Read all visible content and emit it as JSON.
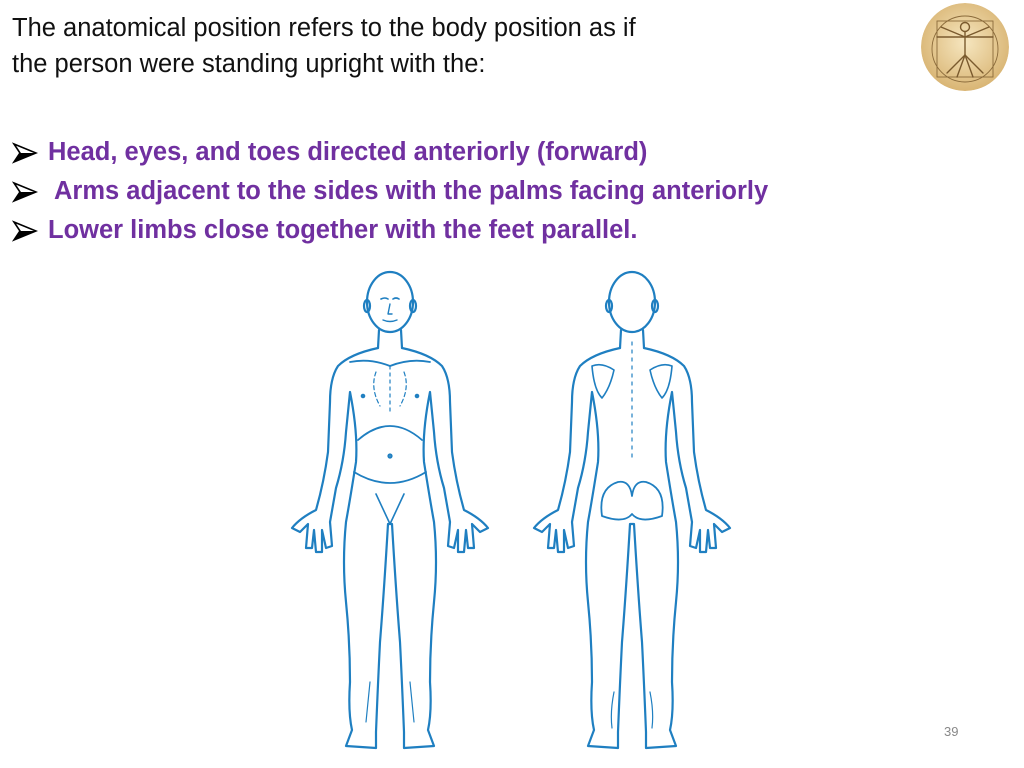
{
  "slide": {
    "intro_line1": "The anatomical position refers to the body position as if",
    "intro_line2": "the person were standing upright with the:",
    "bullets": [
      "Head, eyes, and toes directed anteriorly (forward)",
      "Arms adjacent to the sides with the palms facing anteriorly",
      "Lower limbs close together with the feet parallel."
    ],
    "page_number": "39"
  },
  "colors": {
    "text": "#111111",
    "bullet_text": "#7030a0",
    "figure_outline": "#1f7fc1",
    "logo_background": "#e8cf9a"
  },
  "icons": {
    "bullet": "arrowhead-bullet-icon",
    "logo": "vitruvian-man-icon",
    "figures": "anatomical-position-front-back-icon"
  }
}
